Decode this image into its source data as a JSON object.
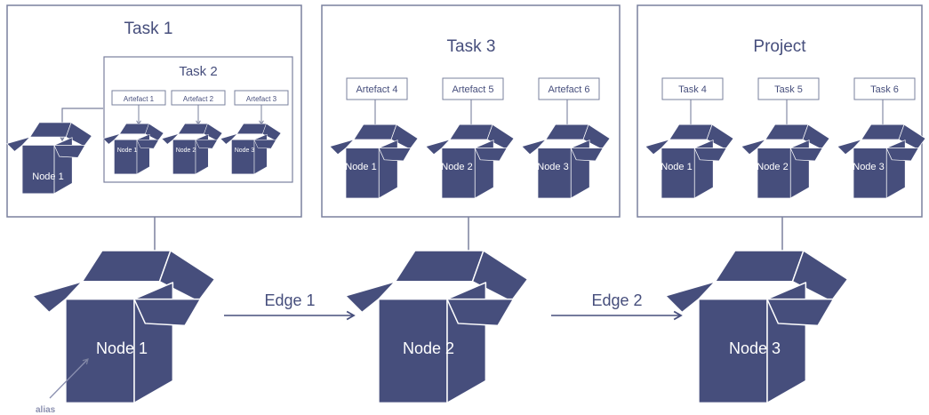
{
  "colors": {
    "primary": "#464E7C",
    "frame": "#7A809E",
    "white": "#FFFFFF",
    "alias": "#8A8FAF"
  },
  "box_icon": "open-cardboard-box-icon",
  "groups": {
    "task1": {
      "title": "Task 1"
    },
    "task2": {
      "title": "Task 2"
    },
    "task3": {
      "title": "Task 3"
    },
    "project": {
      "title": "Project"
    }
  },
  "task1_node": "Node 1",
  "task2_artefacts": [
    "Artefact 1",
    "Artefact 2",
    "Artefact 3"
  ],
  "task2_nodes": [
    "Node 1",
    "Node 2",
    "Node 3"
  ],
  "task3_artefacts": [
    "Artefact 4",
    "Artefact 5",
    "Artefact 6"
  ],
  "task3_nodes": [
    "Node 1",
    "Node 2",
    "Node 3"
  ],
  "project_tasks": [
    "Task 4",
    "Task 5",
    "Task 6"
  ],
  "project_nodes": [
    "Node 1",
    "Node 2",
    "Node 3"
  ],
  "main_nodes": [
    "Node 1",
    "Node 2",
    "Node 3"
  ],
  "edges": [
    "Edge 1",
    "Edge 2"
  ],
  "alias_label": "alias"
}
